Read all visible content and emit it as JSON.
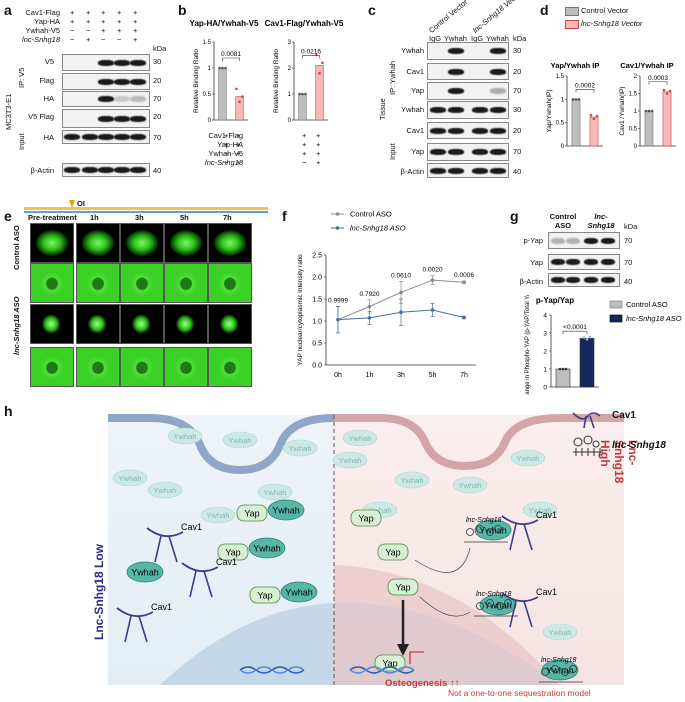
{
  "panels": {
    "a": {
      "label": "a",
      "conditions": [
        "Cav1-Flag",
        "Yap-HA",
        "Ywhah-V5",
        "lnc-Snhg18"
      ],
      "signs": [
        [
          "+",
          "+",
          "+",
          "+",
          "+"
        ],
        [
          "+",
          "+",
          "+",
          "+",
          "+"
        ],
        [
          "−",
          "−",
          "+",
          "+",
          "+"
        ],
        [
          "−",
          "+",
          "−",
          "−",
          "+"
        ]
      ],
      "kda": "kDa",
      "cell_line": "MC3T3-E1",
      "group_ip": "IP: V5",
      "group_input": "Input",
      "rows": [
        {
          "name": "V5",
          "kda": "30"
        },
        {
          "name": "Flag",
          "kda": "20"
        },
        {
          "name": "HA",
          "kda": "70"
        },
        {
          "name": "V5 Flag",
          "kda": "20"
        },
        {
          "name": "HA",
          "kda": "70"
        },
        {
          "name": "β-Actin",
          "kda": "40"
        }
      ]
    },
    "b": {
      "label": "b",
      "titles": [
        "Yap-HA/Ywhah-V5",
        "Cav1-Flag/Ywhah-V5"
      ],
      "ylabel": "Relative Binding Ratio",
      "pvalues": [
        "0.0081",
        "0.0216"
      ],
      "conditions": [
        "Cav1-Flag",
        "Yap-HA",
        "Ywhah-V5",
        "lnc-Snhg18"
      ],
      "signs": [
        [
          "+",
          "+"
        ],
        [
          "+",
          "+"
        ],
        [
          "+",
          "+"
        ],
        [
          "−",
          "+"
        ]
      ]
    },
    "c": {
      "label": "c",
      "columns": [
        "IgG",
        "Ywhah",
        "IgG",
        "Ywhah"
      ],
      "groups": [
        "Control Vector",
        "lnc-Snhg18 Vector"
      ],
      "kda": "kDa",
      "tissue": "Tissue",
      "group_ip": "IP: Ywhah",
      "group_input": "Input",
      "rows": [
        {
          "name": "Ywhah",
          "kda": "30"
        },
        {
          "name": "Cav1",
          "kda": "20"
        },
        {
          "name": "Yap",
          "kda": "70"
        },
        {
          "name": "Ywhah",
          "kda": "30"
        },
        {
          "name": "Cav1",
          "kda": "20"
        },
        {
          "name": "Yap",
          "kda": "70"
        },
        {
          "name": "β-Actin",
          "kda": "40"
        }
      ]
    },
    "d": {
      "label": "d",
      "legend": [
        "Control Vector",
        "lnc-Snhg18 Vector"
      ],
      "titles": [
        "Yap/Ywhah IP",
        "Cav1/Ywhah IP"
      ],
      "ylabels": [
        "Yap/Ywhah(IP)",
        "Cav1 /Ywhah(IP)"
      ],
      "pvalues": [
        "0.0002",
        "0.0003"
      ]
    },
    "e": {
      "label": "e",
      "stimulus": "OI",
      "timepoints": [
        "Pre-treatment",
        "1h",
        "3h",
        "5h",
        "7h"
      ],
      "rowgroups": [
        "Control ASO",
        "lnc-Snhg18 ASO"
      ]
    },
    "f": {
      "label": "f"
    },
    "g": {
      "label": "g",
      "groups": [
        "Control ASO",
        "lnc-Snhg18 ASO"
      ],
      "kda": "kDa",
      "rows": [
        {
          "name": "p-Yap",
          "kda": "70"
        },
        {
          "name": "Yap",
          "kda": "70"
        },
        {
          "name": "β-Actin",
          "kda": "40"
        }
      ],
      "chart_title": "p-Yap/Yap",
      "legend": [
        "Control ASO",
        "lnc-Snhg18 ASO"
      ],
      "ylabel": "Fold Change in Phospho-YAP (p-YAP/Total YAP)",
      "pvalue": "<0.0001"
    },
    "h": {
      "label": "h",
      "legend": [
        "Cav1",
        "lnc-Snhg18"
      ],
      "left_side": "Lnc-Snhg18 Low",
      "right_side": "Lnc-Snhg18 High",
      "ywhah": "Ywhah",
      "yap": "Yap",
      "cav1": "Cav1",
      "lnc": "lnc-Snhg18",
      "osteogenesis": "Osteogenesis",
      "footnote": "Not a one-to-one sequestration model"
    }
  },
  "chart_data": [
    {
      "type": "bar",
      "panel": "b",
      "title": "Yap-HA/Ywhah-V5",
      "ylabel": "Relative Binding Ratio",
      "categories": [
        "−",
        "+"
      ],
      "values": [
        1.0,
        0.45
      ],
      "ylim": [
        0,
        1.5
      ],
      "p": "0.0081"
    },
    {
      "type": "bar",
      "panel": "b",
      "title": "Cav1-Flag/Ywhah-V5",
      "ylabel": "Relative Binding Ratio",
      "categories": [
        "−",
        "+"
      ],
      "values": [
        1.0,
        2.1
      ],
      "ylim": [
        0,
        3
      ],
      "p": "0.0216"
    },
    {
      "type": "bar",
      "panel": "d",
      "title": "Yap/Ywhah IP",
      "ylabel": "Yap/Ywhah(IP)",
      "categories": [
        "Control Vector",
        "lnc-Snhg18 Vector"
      ],
      "values": [
        1.0,
        0.62
      ],
      "ylim": [
        0,
        1.5
      ],
      "p": "0.0002"
    },
    {
      "type": "bar",
      "panel": "d",
      "title": "Cav1/Ywhah IP",
      "ylabel": "Cav1 /Ywhah(IP)",
      "categories": [
        "Control Vector",
        "lnc-Snhg18 Vector"
      ],
      "values": [
        1.0,
        1.55
      ],
      "ylim": [
        0,
        2
      ],
      "p": "0.0003"
    },
    {
      "type": "line",
      "panel": "f",
      "title": "",
      "xlabel": "",
      "ylabel": "YAP nuclear/cytoplasmic intensity ratio",
      "x": [
        "0h",
        "1h",
        "3h",
        "5h",
        "7h"
      ],
      "series": [
        {
          "name": "Control ASO",
          "values": [
            1.03,
            1.33,
            1.65,
            1.93,
            1.88
          ],
          "err": [
            0.3,
            0.15,
            0.25,
            0.1,
            0.03
          ]
        },
        {
          "name": "lnc-Snhg18 ASO",
          "values": [
            1.03,
            1.07,
            1.2,
            1.25,
            1.08
          ],
          "err": [
            0.3,
            0.15,
            0.3,
            0.15,
            0.03
          ]
        }
      ],
      "annotations": [
        "0.9999",
        "0.7920",
        "0.0610",
        "0.0020",
        "0.0006"
      ],
      "ylim": [
        0,
        2.5
      ],
      "yticks": [
        0,
        0.5,
        1.0,
        1.5,
        2.0,
        2.5
      ]
    },
    {
      "type": "bar",
      "panel": "g",
      "title": "p-Yap/Yap",
      "ylabel": "Fold Change in Phospho-YAP (p-YAP/Total YAP)",
      "categories": [
        "Control ASO",
        "lnc-Snhg18 ASO"
      ],
      "values": [
        1.0,
        2.7
      ],
      "ylim": [
        0,
        4
      ],
      "yticks": [
        0,
        1,
        2,
        3,
        4
      ],
      "p": "<0.0001"
    }
  ],
  "colors": {
    "control": "#bdbdbd",
    "treat_red": "#f6b8b8",
    "navy": "#15285c",
    "line_gray": "#8c8c8c",
    "line_blue": "#4a6fa5"
  }
}
